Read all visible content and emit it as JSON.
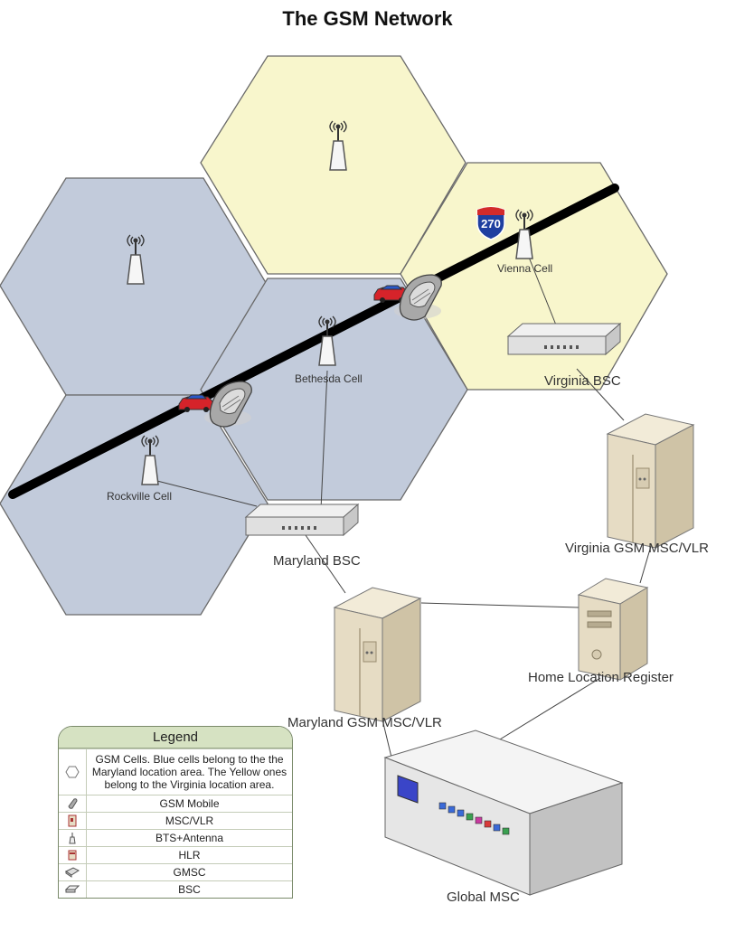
{
  "title": "The GSM Network",
  "cells": {
    "rockville": "Rockville Cell",
    "bethesda": "Bethesda Cell",
    "vienna": "Vienna Cell"
  },
  "highway_shield": "270",
  "nodes": {
    "maryland_bsc": "Maryland BSC",
    "virginia_bsc": "Virginia BSC",
    "maryland_msc": "Maryland GSM MSC/VLR",
    "virginia_msc": "Virginia GSM MSC/VLR",
    "hlr": "Home Location Register",
    "global_msc": "Global MSC"
  },
  "legend": {
    "title": "Legend",
    "rows": [
      {
        "icon": "hexagon-icon",
        "text": "GSM Cells. Blue cells belong to the the Maryland location area. The Yellow ones belong to the Virginia location area."
      },
      {
        "icon": "mobile-phone-icon",
        "text": "GSM Mobile"
      },
      {
        "icon": "server-tower-icon",
        "text": "MSC/VLR"
      },
      {
        "icon": "antenna-icon",
        "text": "BTS+Antenna"
      },
      {
        "icon": "hlr-server-icon",
        "text": "HLR"
      },
      {
        "icon": "switch-box-icon",
        "text": "GMSC"
      },
      {
        "icon": "bsc-icon",
        "text": "BSC"
      }
    ]
  },
  "colors": {
    "blue_cell": "#c2cbdb",
    "yellow_cell": "#f8f6cc",
    "cell_border": "#6a6a6a",
    "road": "#000000",
    "server": "#e6dcc4"
  }
}
